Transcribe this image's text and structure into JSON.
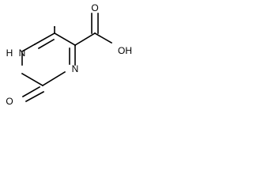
{
  "molecule": {
    "atoms": {
      "oxygen_hydroxyl": "OH",
      "oxygen_top": "O",
      "nitrogen_h": "H",
      "nitrogen_upper": "N",
      "nitrogen_lower": "N",
      "oxygen_bottom": "O"
    }
  }
}
